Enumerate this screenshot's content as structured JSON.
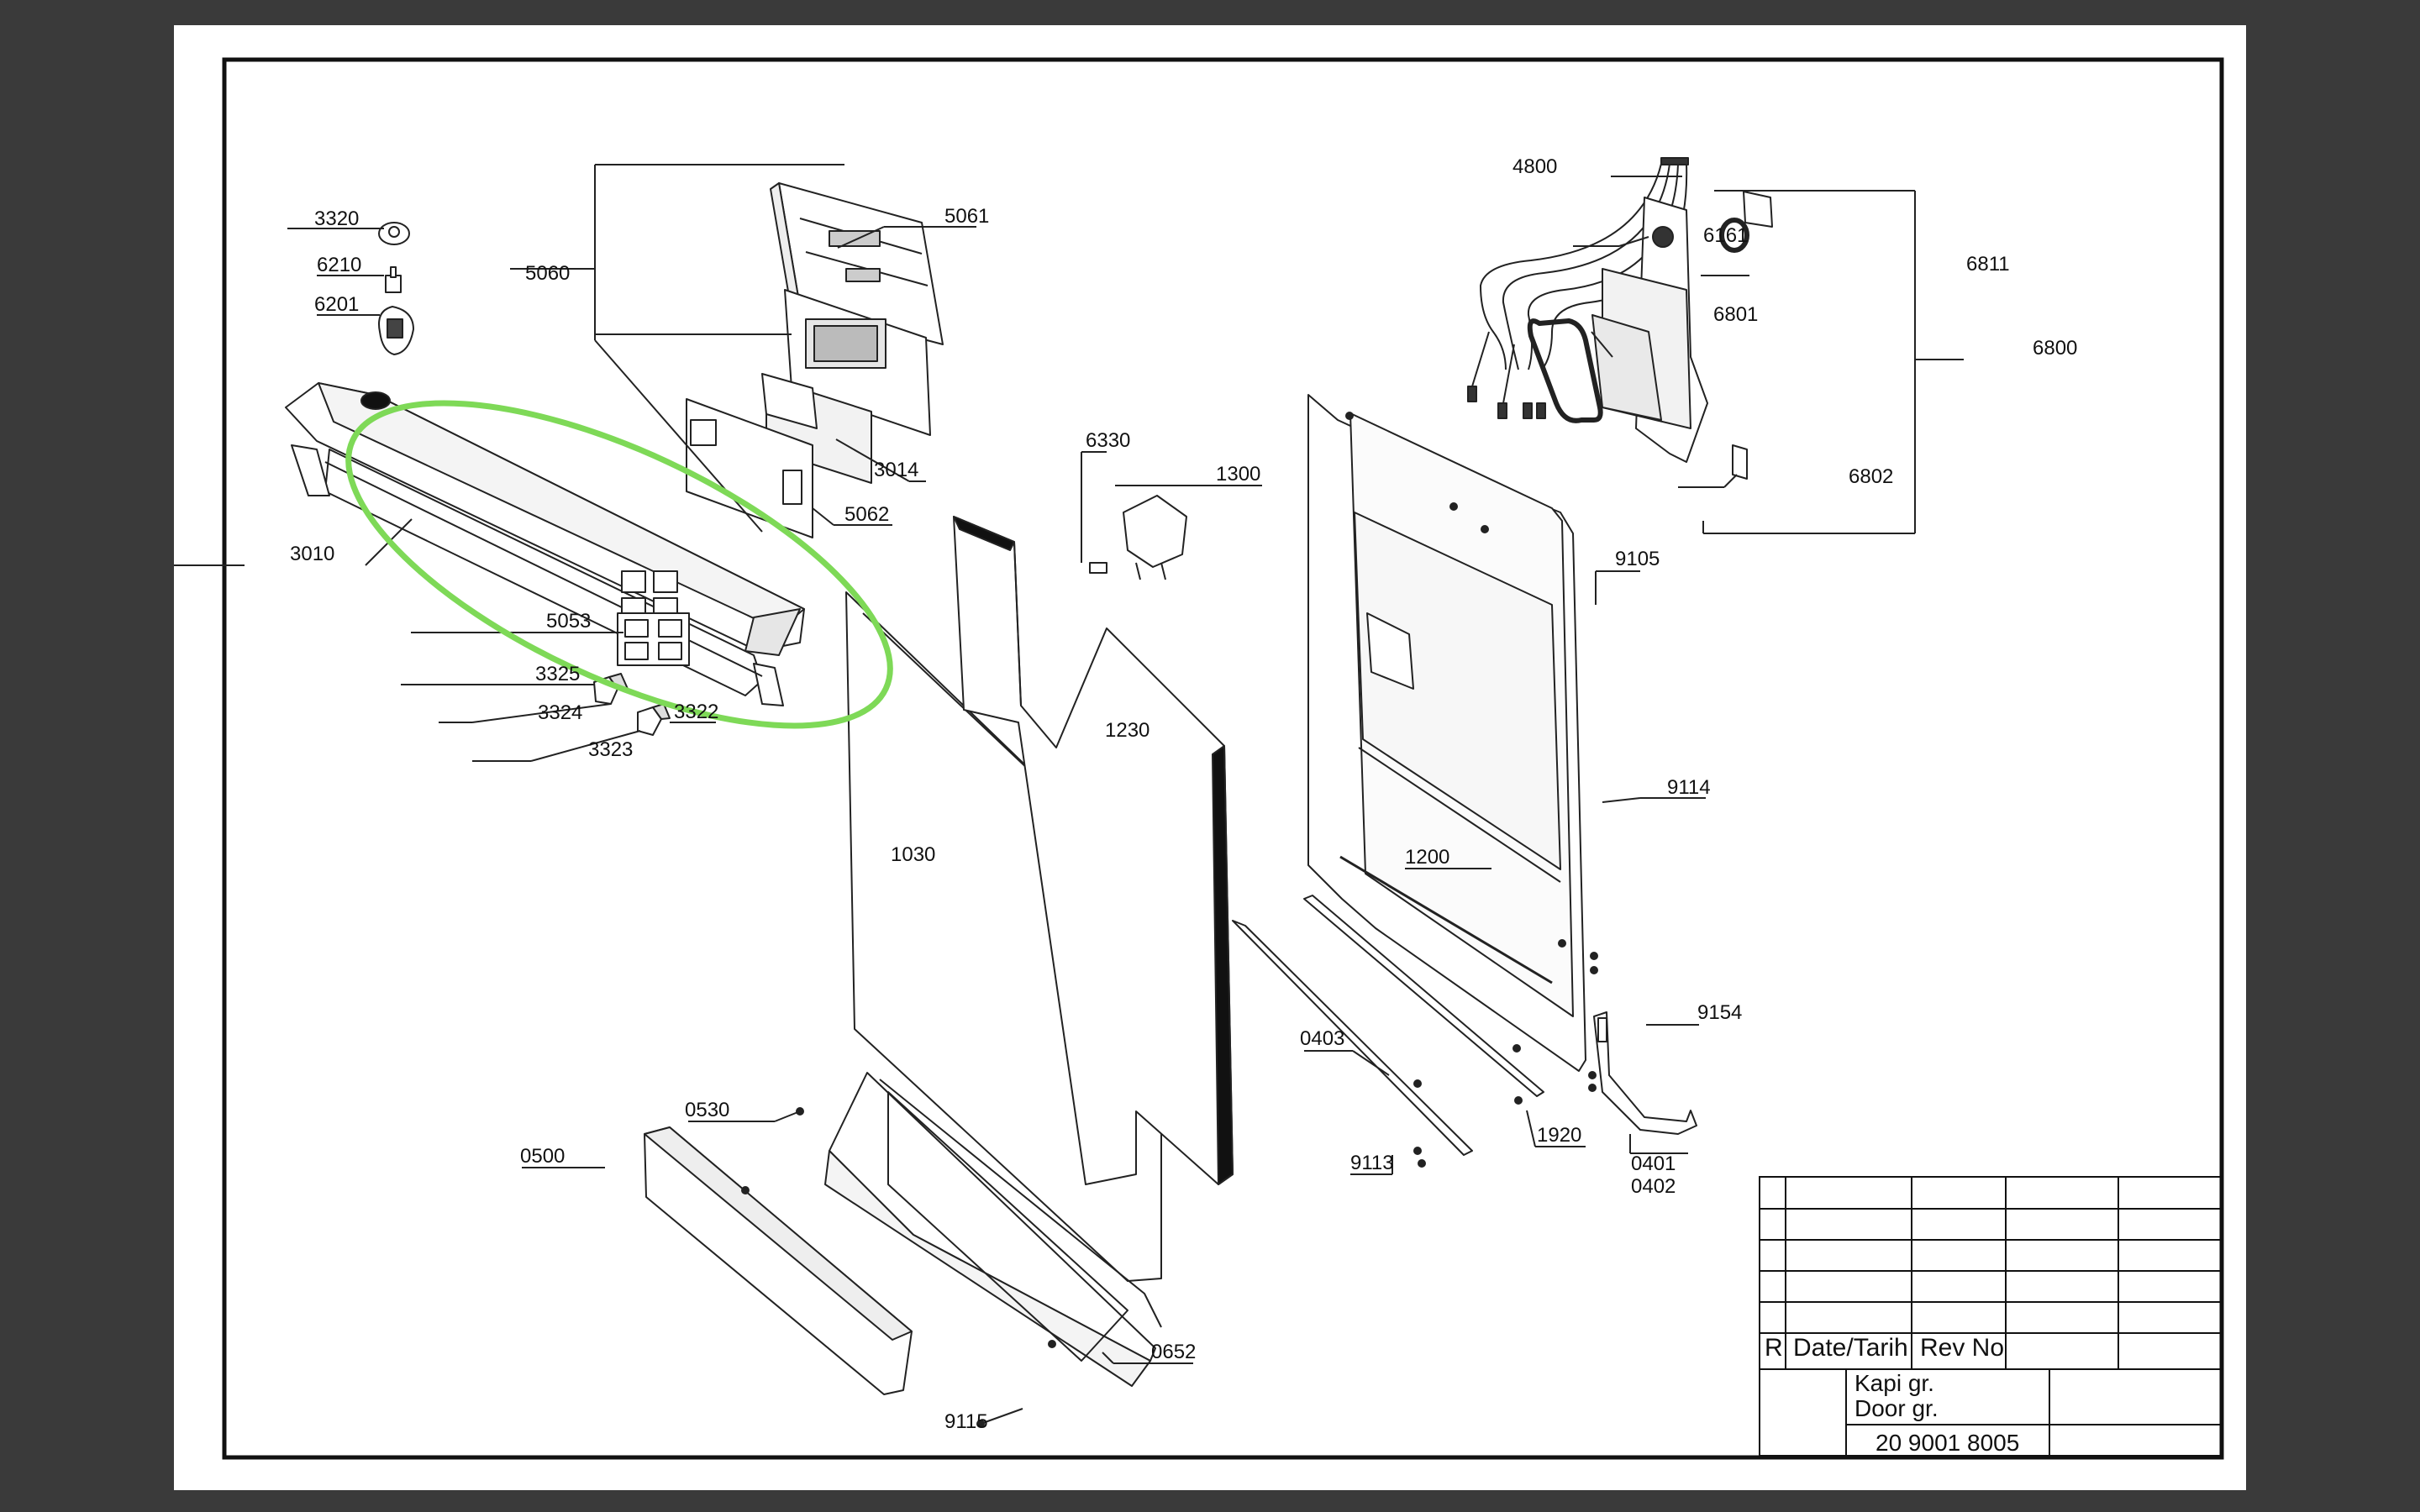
{
  "labels": {
    "l3320": "3320",
    "l6210": "6210",
    "l6201": "6201",
    "l5060": "5060",
    "l5061": "5061",
    "l3014": "3014",
    "l5062": "5062",
    "l3010": "3010",
    "l5053": "5053",
    "l3325": "3325",
    "l3324": "3324",
    "l3322": "3322",
    "l3323": "3323",
    "l1030": "1030",
    "l1230": "1230",
    "l6330": "6330",
    "l1300": "1300",
    "l4800": "4800",
    "l6161": "6161",
    "l6801": "6801",
    "l6811": "6811",
    "l6800": "6800",
    "l6802": "6802",
    "l9105": "9105",
    "l9114": "9114",
    "l1200": "1200",
    "l0403": "0403",
    "l9154": "9154",
    "l9113": "9113",
    "l1920": "1920",
    "l0401": "0401",
    "l0402": "0402",
    "l0530": "0530",
    "l0500": "0500",
    "l0652": "0652",
    "l9115": "9115"
  },
  "title_block": {
    "r": "R",
    "date": "Date/Tarih",
    "rev": "Rev No",
    "name_tr": "Kapi gr.",
    "name_en": "Door gr.",
    "part_no": "20 9001 8005"
  },
  "highlight": {
    "color": "#7ed957",
    "target": "3010"
  }
}
